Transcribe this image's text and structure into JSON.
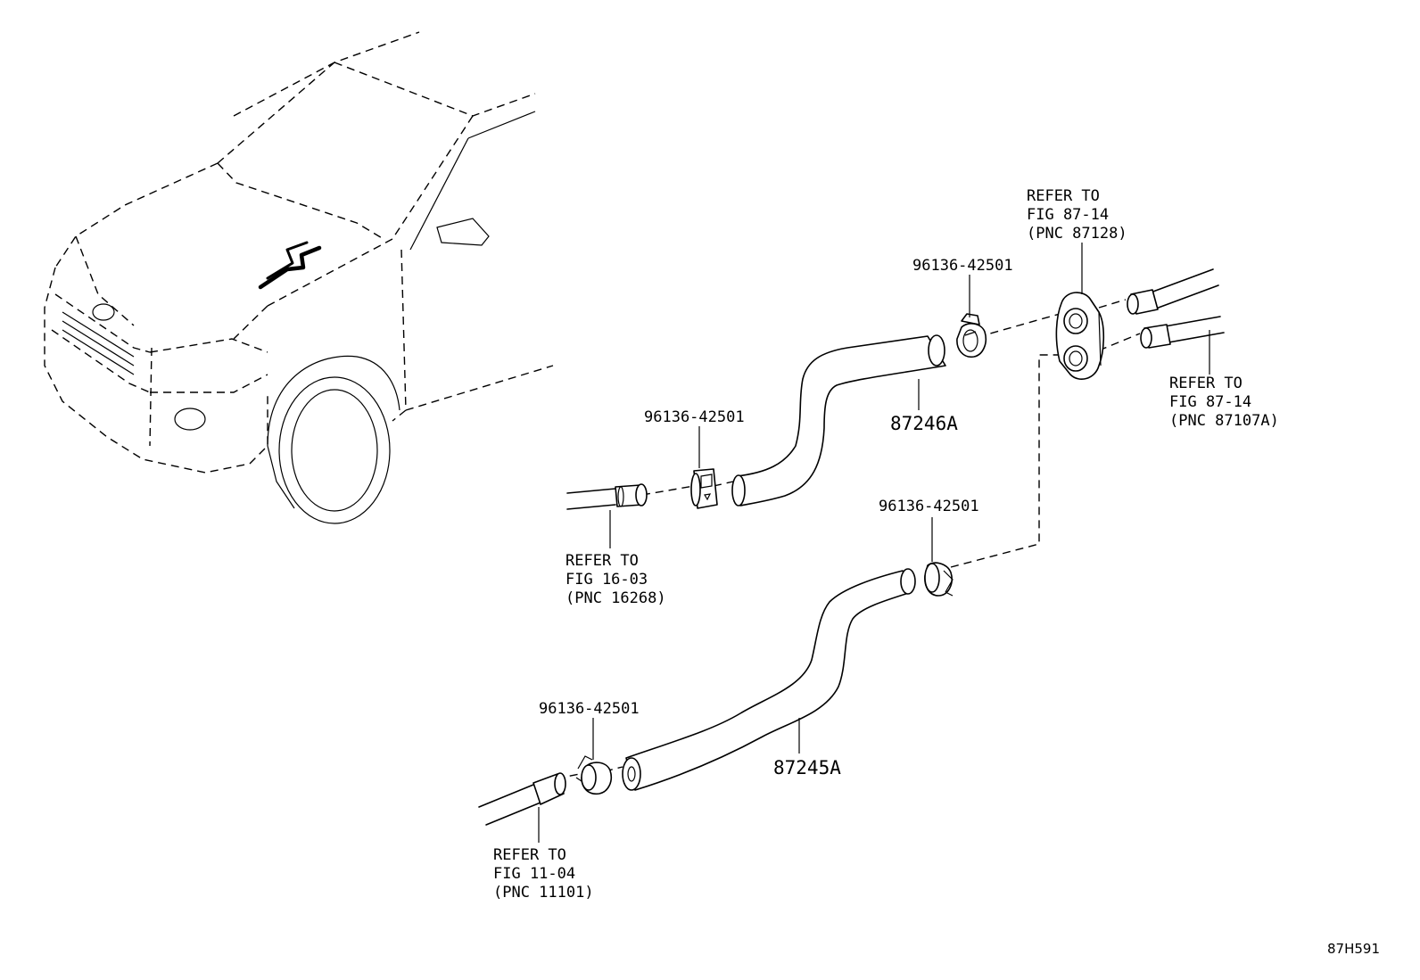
{
  "diagram_code": "87H591",
  "parts": {
    "hose_upper": "87246A",
    "hose_lower": "87245A"
  },
  "clamps": {
    "clamp_upper_left": "96136-42501",
    "clamp_upper_right": "96136-42501",
    "clamp_lower_right": "96136-42501",
    "clamp_lower_left": "96136-42501"
  },
  "references": {
    "grommet": {
      "line1": "REFER TO",
      "line2": "FIG 87-14",
      "line3": "(PNC 87128)"
    },
    "pipes_right": {
      "line1": "REFER TO",
      "line2": "FIG 87-14",
      "line3": "(PNC 87107A)"
    },
    "pipe_upper_left": {
      "line1": "REFER TO",
      "line2": "FIG 16-03",
      "line3": "(PNC 16268)"
    },
    "pipe_lower_left": {
      "line1": "REFER TO",
      "line2": "FIG 11-04",
      "line3": "(PNC 11101)"
    }
  }
}
